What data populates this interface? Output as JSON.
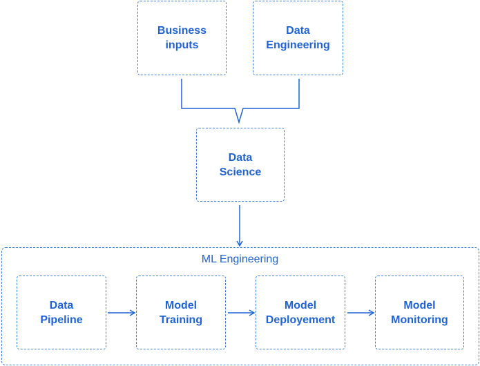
{
  "nodes": {
    "business_inputs": "Business\ninputs",
    "data_engineering": "Data\nEngineering",
    "data_science": "Data\nScience",
    "data_pipeline": "Data\nPipeline",
    "model_training": "Model\nTraining",
    "model_deployement": "Model\nDeployement",
    "model_monitoring": "Model\nMonitoring"
  },
  "group": {
    "label": "ML Engineering"
  },
  "colors": {
    "accent": "#1f63d6",
    "border": "#3b7ddd"
  }
}
